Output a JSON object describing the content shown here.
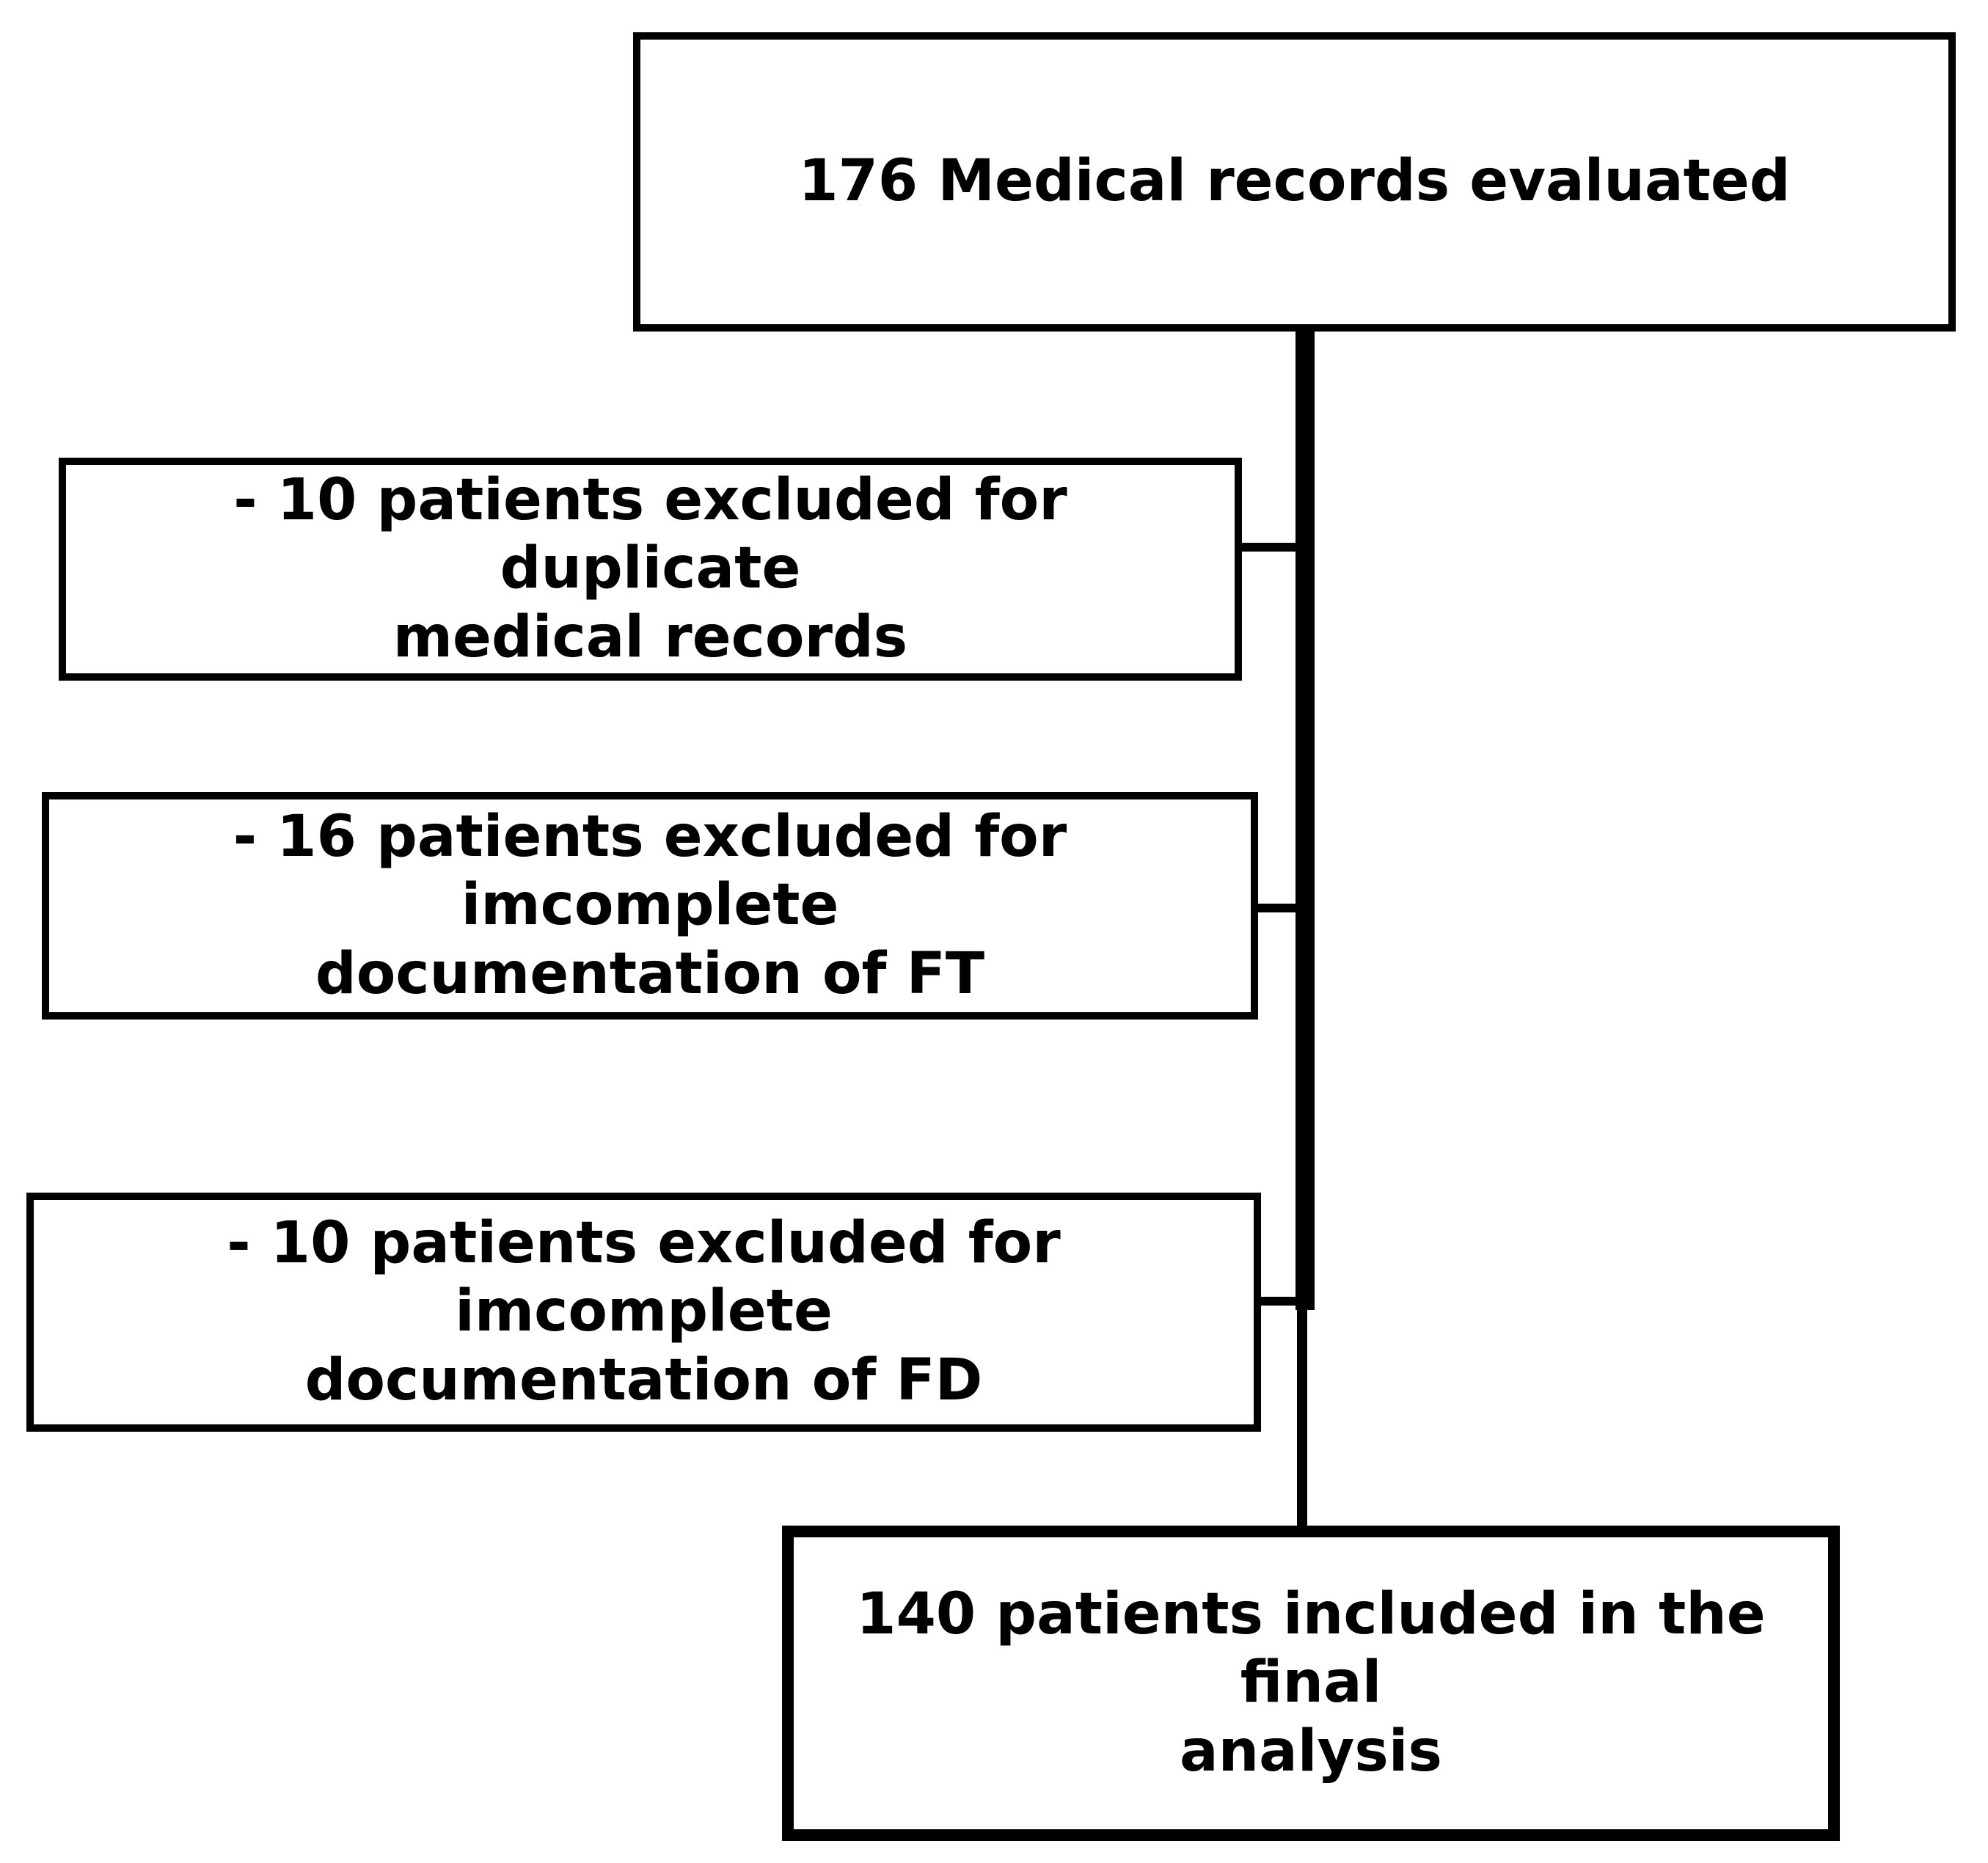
{
  "diagram": {
    "start": {
      "text": "176 Medical records evaluated"
    },
    "exclusions": [
      {
        "text": "- 10 patients excluded for duplicate\nmedical records"
      },
      {
        "text": "- 16 patients excluded for imcomplete\ndocumentation of FT"
      },
      {
        "text": "- 10 patients excluded for imcomplete\ndocumentation of FD"
      }
    ],
    "final": {
      "text": "140 patients included in the final\nanalysis"
    }
  }
}
